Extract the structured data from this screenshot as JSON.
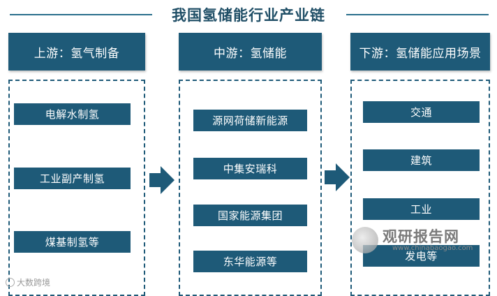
{
  "title": "我国氢储能行业产业链",
  "stages": [
    {
      "header": "上游：氢气制备",
      "items": [
        "电解水制氢",
        "工业副产制氢",
        "煤基制氢等"
      ]
    },
    {
      "header": "中游：氢储能",
      "items": [
        "源网荷储新能源",
        "中集安瑞科",
        "国家能源集团",
        "东华能源等"
      ]
    },
    {
      "header": "下游：氢储能应用场景",
      "items": [
        "交通",
        "建筑",
        "工业",
        "发电等"
      ]
    }
  ],
  "watermarks": {
    "left": "大数跨境",
    "right_name": "观研报告网",
    "right_url": "www.chinabaogao.com"
  },
  "colors": {
    "primary": "#1e5a78",
    "title": "#1f4e66",
    "item_text": "#ffffff"
  },
  "icons": {
    "flow_arrow": "right-arrow-icon"
  }
}
